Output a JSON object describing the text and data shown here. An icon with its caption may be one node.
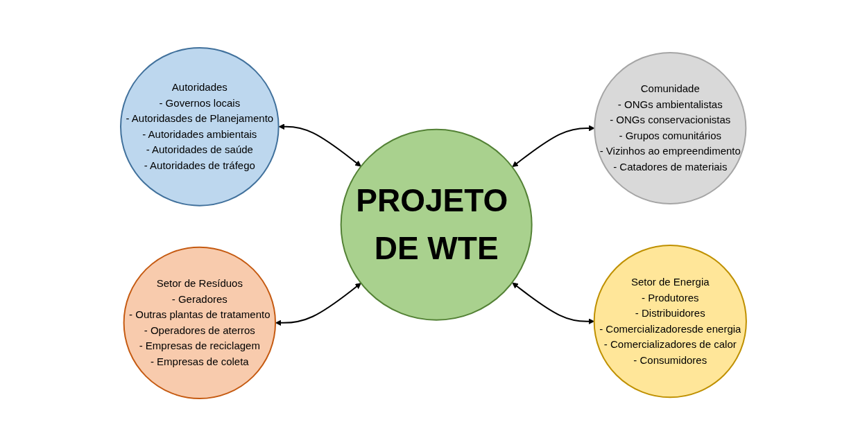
{
  "diagram": {
    "nodes": [
      {
        "text": [
          "Autoridades",
          "- Governos locais",
          "- Autoridasdes de Planejamento",
          "- Autoridades ambientais",
          "- Autoridades de saúde",
          "- Autoridades de tráfego"
        ]
      },
      {
        "text": [
          "Comunidade",
          "- ONGs ambientalistas",
          "- ONGs conservacionistas",
          "- Grupos comunitários",
          "- Vizinhos ao empreendimento",
          "- Catadores de materiais"
        ]
      },
      {
        "text": [
          "PROJETO DE WTE"
        ]
      },
      {
        "text": [
          "Setor de Resíduos",
          "- Geradores",
          "- Outras plantas de tratamento",
          "- Operadores de aterros",
          "- Empresas de reciclagem",
          "- Empresas de coleta"
        ]
      },
      {
        "text": [
          "Setor de Energia",
          "- Produtores",
          "- Distribuidores",
          "- Comercializadoresde  energia",
          "- Comercializadores de calor",
          "- Consumidores"
        ]
      }
    ],
    "edges": [
      {
        "from": 0,
        "to": 2,
        "arrow": "both"
      },
      {
        "from": 2,
        "to": 1,
        "arrow": "both"
      },
      {
        "from": 3,
        "to": 2,
        "arrow": "both"
      },
      {
        "from": 2,
        "to": 4,
        "arrow": "both"
      }
    ]
  }
}
